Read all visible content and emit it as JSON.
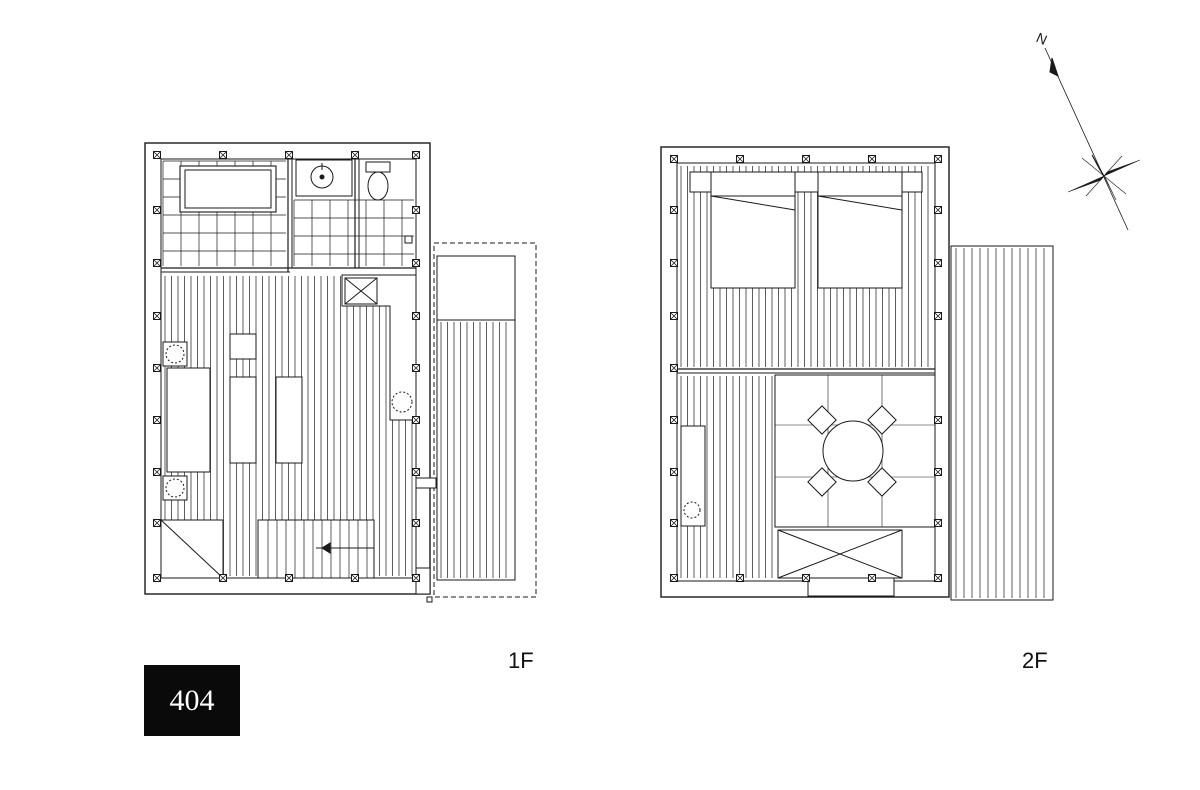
{
  "floor_labels": {
    "first": "1F",
    "second": "2F"
  },
  "unit_number": "404",
  "compass": {
    "north_label": "N"
  },
  "colors": {
    "line": "#1a1a1a",
    "badge_bg": "#0a0a0a",
    "badge_text": "#ffffff",
    "background": "#ffffff"
  }
}
